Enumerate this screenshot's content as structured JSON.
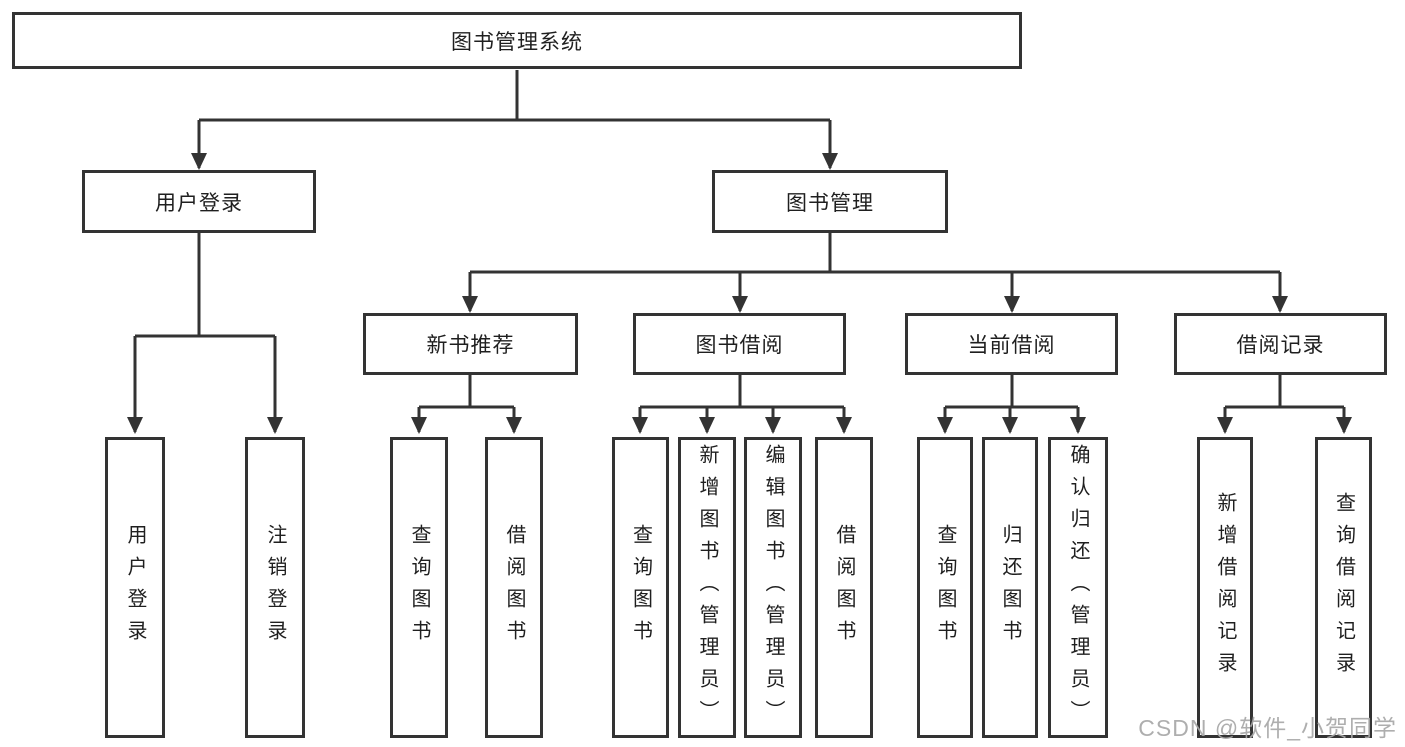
{
  "diagram": {
    "root": "图书管理系统",
    "level2": [
      "用户登录",
      "图书管理"
    ],
    "level3": [
      "新书推荐",
      "图书借阅",
      "当前借阅",
      "借阅记录"
    ],
    "leaves": {
      "user_login": [
        "用户登录",
        "注销登录"
      ],
      "new_book": [
        "查询图书",
        "借阅图书"
      ],
      "book_borrow": [
        "查询图书",
        "新增图书（管理员）",
        "编辑图书（管理员）",
        "借阅图书"
      ],
      "current_borrow": [
        "查询图书",
        "归还图书",
        "确认归还（管理员）"
      ],
      "borrow_record": [
        "新增借阅记录",
        "查询借阅记录"
      ]
    }
  },
  "watermark": "CSDN @软件_小贺同学",
  "colors": {
    "line": "#333333",
    "border": "#333333",
    "text": "#1f1f1f",
    "watermark": "#a8a8a8",
    "background": "#ffffff"
  }
}
